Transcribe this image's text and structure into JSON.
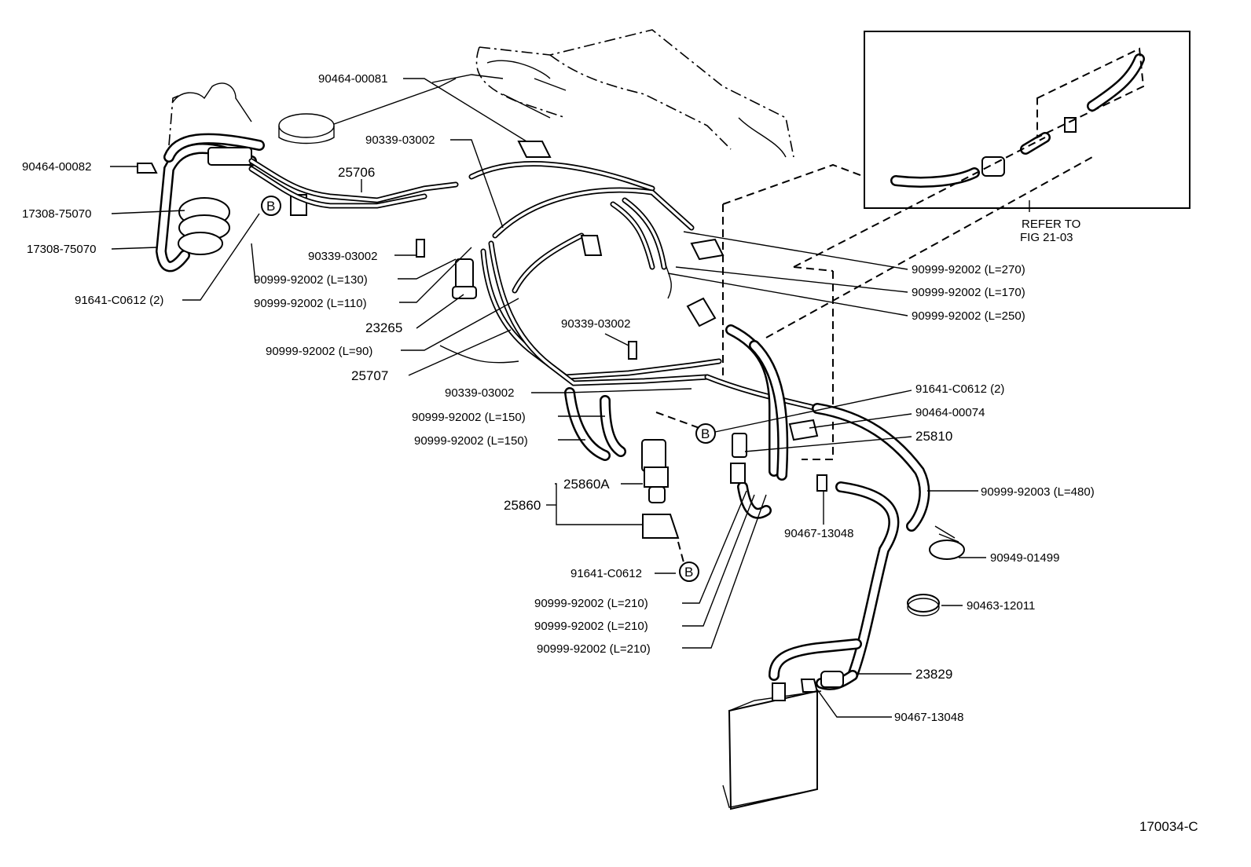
{
  "figure_code": "170034-C",
  "refer_note": [
    "REFER TO",
    "FIG 21-03"
  ],
  "callout_marker": "B",
  "labels_left": [
    {
      "id": "l1",
      "text": "90464-00082"
    },
    {
      "id": "l2",
      "text": "17308-75070"
    },
    {
      "id": "l3",
      "text": "17308-75070"
    },
    {
      "id": "l4",
      "text": "91641-C0612 (2)"
    }
  ],
  "labels_center": [
    {
      "id": "c1",
      "text": "90464-00081"
    },
    {
      "id": "c2",
      "text": "90339-03002"
    },
    {
      "id": "c3",
      "text": "25706"
    },
    {
      "id": "c4",
      "text": "90339-03002"
    },
    {
      "id": "c5",
      "text": "90999-92002 (L=130)"
    },
    {
      "id": "c6",
      "text": "90999-92002 (L=110)"
    },
    {
      "id": "c7",
      "text": "23265"
    },
    {
      "id": "c8",
      "text": "90999-92002 (L=90)"
    },
    {
      "id": "c9",
      "text": "25707"
    },
    {
      "id": "c10",
      "text": "90339-03002"
    },
    {
      "id": "c11",
      "text": "90339-03002"
    },
    {
      "id": "c12",
      "text": "90999-92002 (L=150)"
    },
    {
      "id": "c13",
      "text": "90999-92002 (L=150)"
    },
    {
      "id": "c14",
      "text": "25860A"
    },
    {
      "id": "c15",
      "text": "25860"
    },
    {
      "id": "c16",
      "text": "91641-C0612"
    },
    {
      "id": "c17",
      "text": "90999-92002 (L=210)"
    },
    {
      "id": "c18",
      "text": "90999-92002 (L=210)"
    },
    {
      "id": "c19",
      "text": "90999-92002 (L=210)"
    }
  ],
  "labels_right": [
    {
      "id": "r1",
      "text": "90999-92002 (L=270)"
    },
    {
      "id": "r2",
      "text": "90999-92002 (L=170)"
    },
    {
      "id": "r3",
      "text": "90999-92002 (L=250)"
    },
    {
      "id": "r4",
      "text": "91641-C0612 (2)"
    },
    {
      "id": "r5",
      "text": "90464-00074"
    },
    {
      "id": "r6",
      "text": "25810"
    },
    {
      "id": "r7",
      "text": "90467-13048"
    },
    {
      "id": "r8",
      "text": "90999-92003 (L=480)"
    },
    {
      "id": "r9",
      "text": "90949-01499"
    },
    {
      "id": "r10",
      "text": "90463-12011"
    },
    {
      "id": "r11",
      "text": "23829"
    },
    {
      "id": "r12",
      "text": "90467-13048"
    }
  ]
}
